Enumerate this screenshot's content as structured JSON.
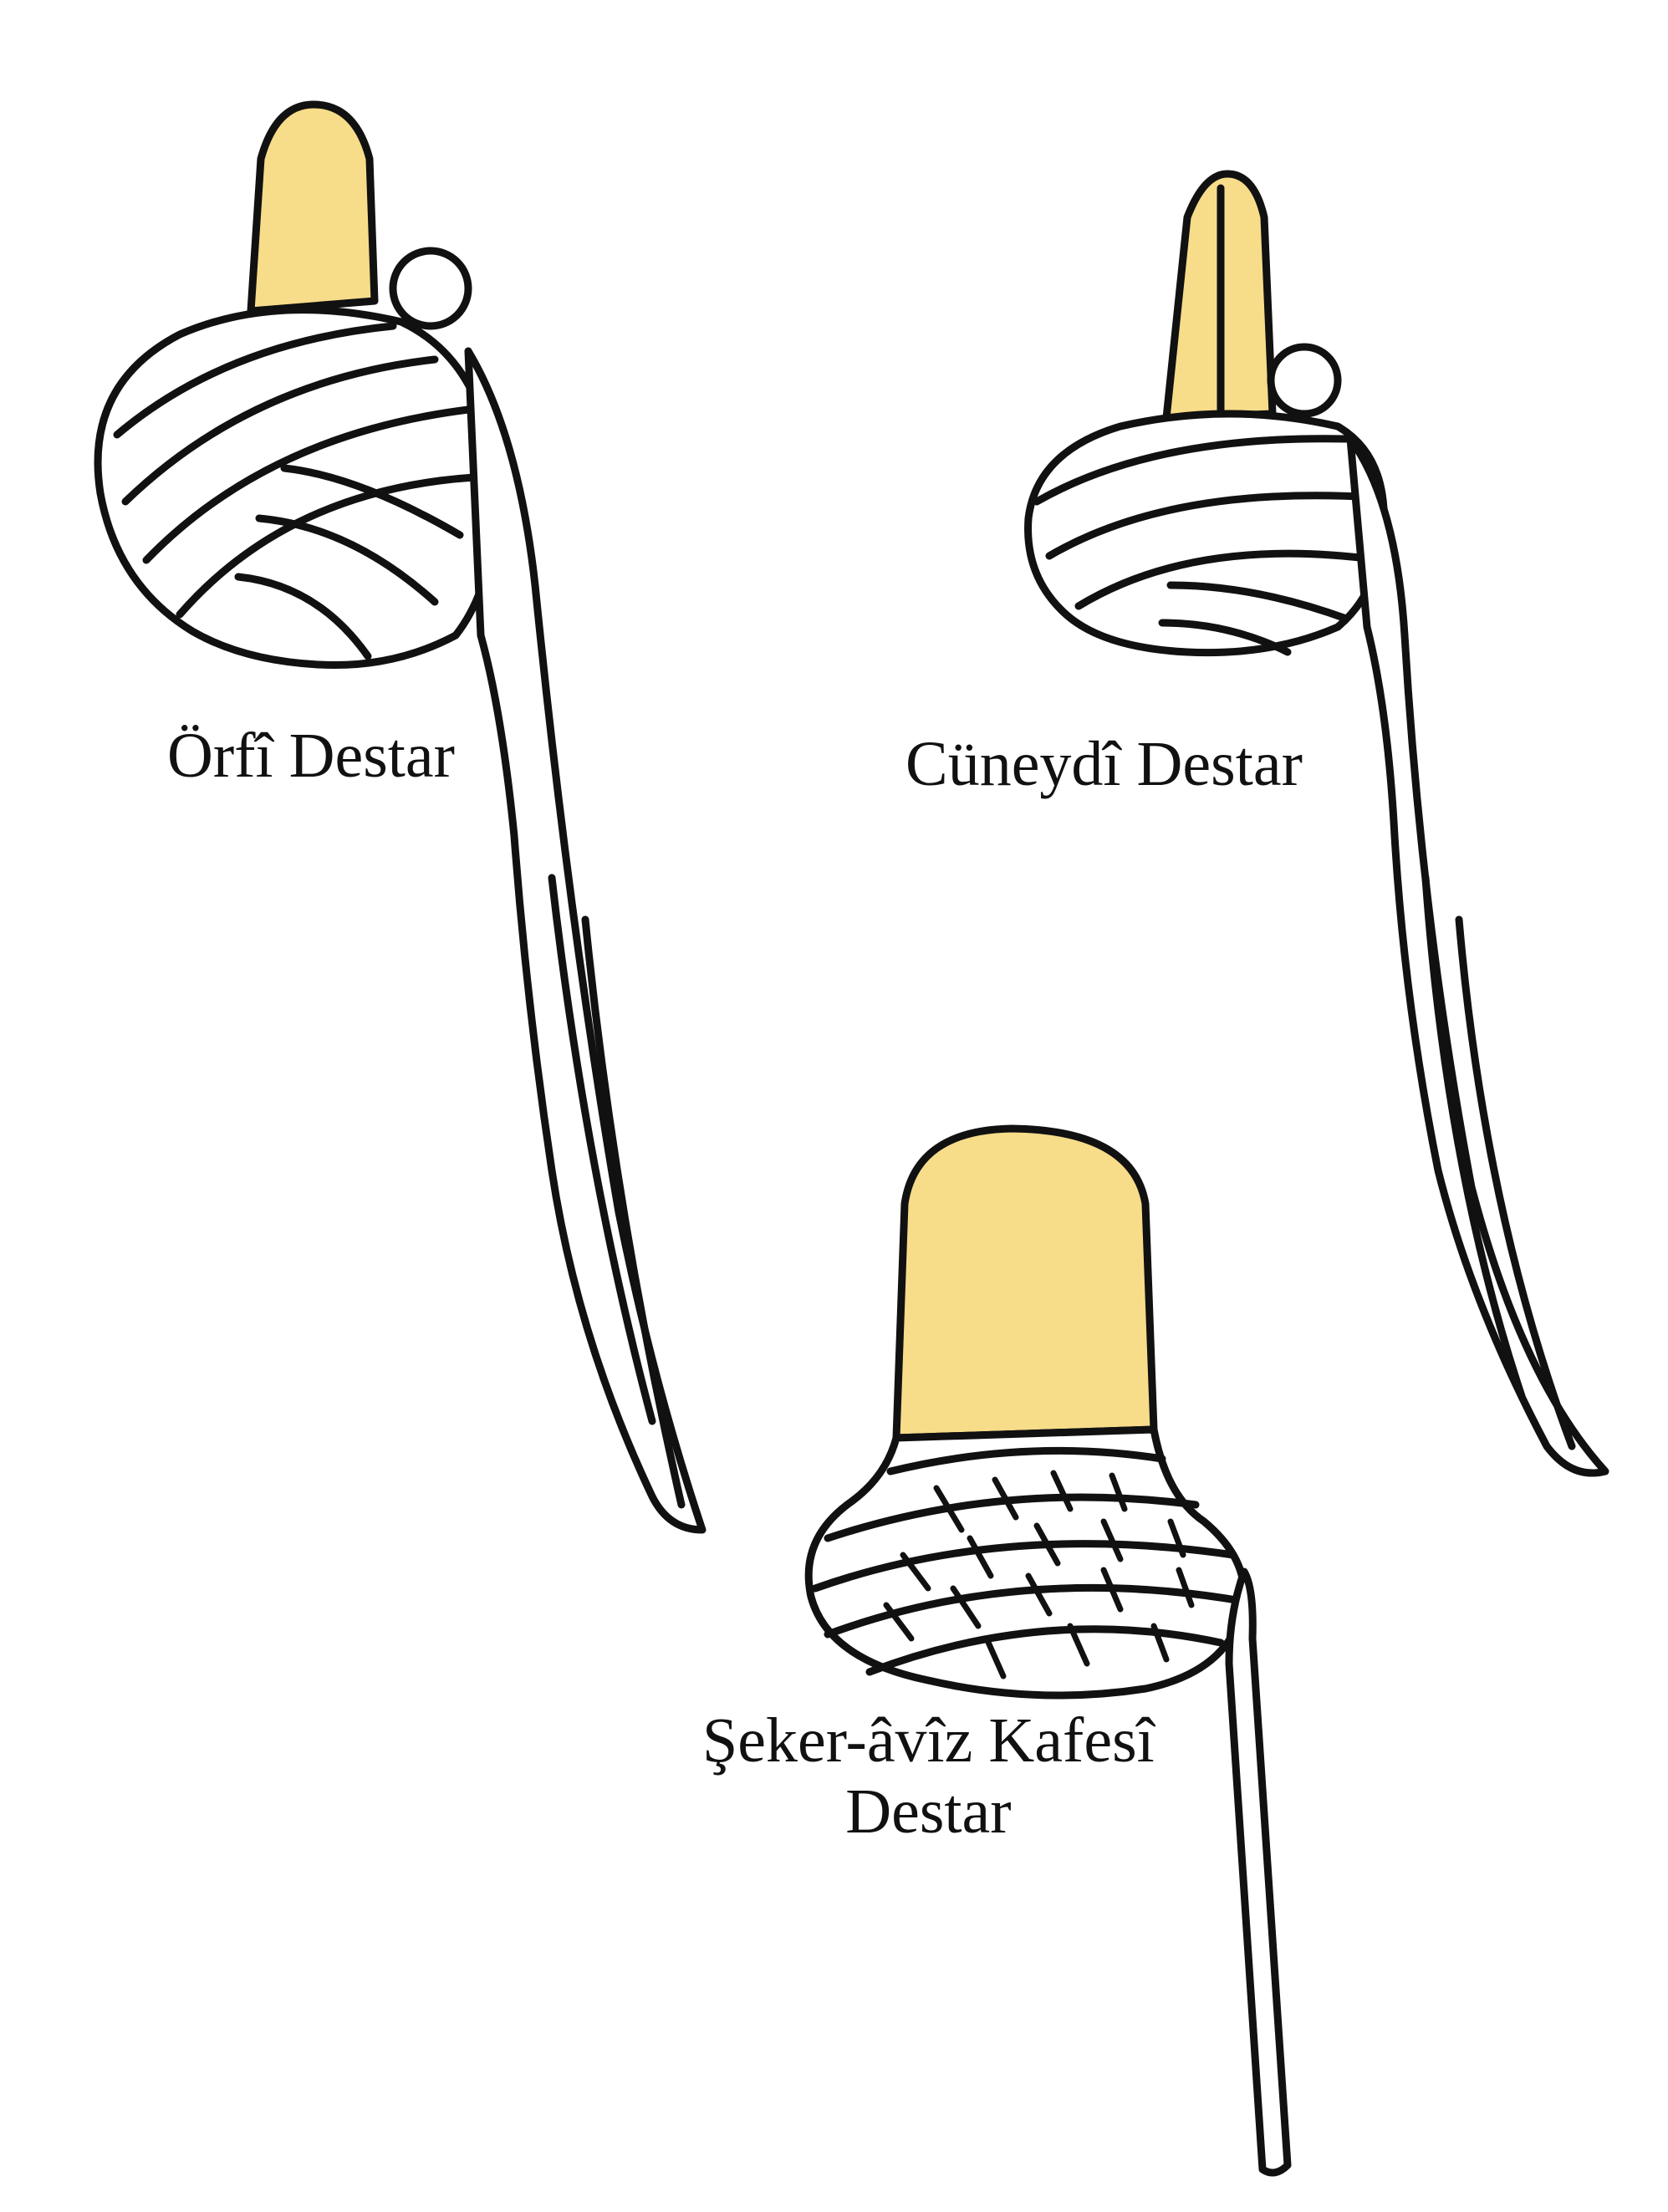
{
  "colors": {
    "ink": "#111111",
    "cap_fill": "#f7dc8a",
    "paper": "#ffffff"
  },
  "captions": {
    "orfi": "Örfî Destar",
    "cuneydi": "Cüneydî Destar",
    "seker_line1": "Şeker-âvîz Kafesî",
    "seker_line2": "Destar"
  }
}
